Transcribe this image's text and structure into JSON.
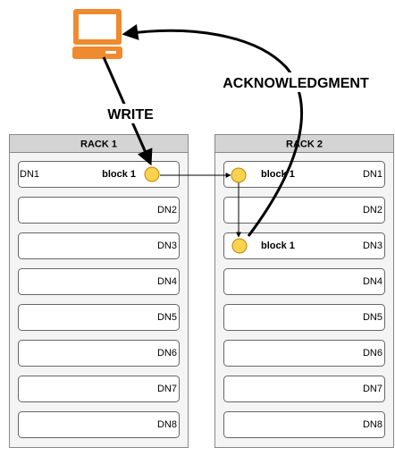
{
  "labels": {
    "write": "WRITE",
    "acknowledgment": "ACKNOWLEDGMENT"
  },
  "rack1": {
    "title": "RACK 1",
    "nodes": [
      "DN1",
      "DN2",
      "DN3",
      "DN4",
      "DN5",
      "DN6",
      "DN7",
      "DN8"
    ],
    "block_label": "block 1",
    "block_node": "DN1"
  },
  "rack2": {
    "title": "RACK 2",
    "nodes": [
      "DN1",
      "DN2",
      "DN3",
      "DN4",
      "DN5",
      "DN6",
      "DN7",
      "DN8"
    ],
    "block_label_dn1": "block 1",
    "block_label_dn3": "block 1"
  },
  "colors": {
    "computer": "#f08a2e",
    "rack_header": "#d4d4d4",
    "rack_fill": "#f4f4f4",
    "block_fill": "#ffd24d",
    "block_stroke": "#b8860b"
  },
  "icons": {
    "client": "desktop-computer-icon"
  }
}
